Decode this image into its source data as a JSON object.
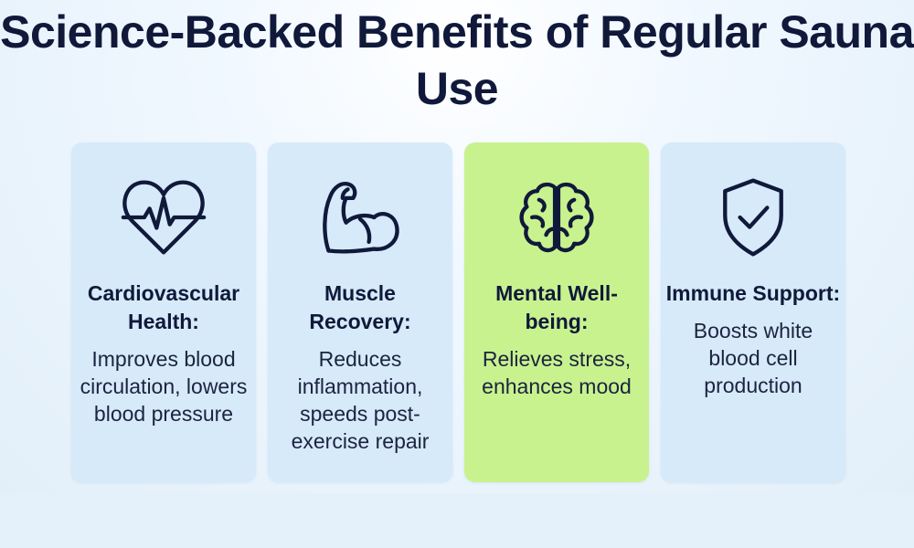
{
  "title": "Science-Backed Benefits of Regular Sauna Use",
  "colors": {
    "card_default": "#d6eaf9",
    "card_highlight": "#c8f28e",
    "text_dark": "#10193a"
  },
  "cards": [
    {
      "icon": "heart-pulse-icon",
      "heading": "Cardiovascular Health:",
      "description": "Improves blood circulation, lowers blood pressure",
      "highlighted": false
    },
    {
      "icon": "flexed-bicep-icon",
      "heading": "Muscle Recovery:",
      "description": "Reduces inflammation, speeds post-exercise repair",
      "highlighted": false
    },
    {
      "icon": "brain-icon",
      "heading": "Mental Well-being:",
      "description": "Relieves stress, enhances mood",
      "highlighted": true
    },
    {
      "icon": "shield-check-icon",
      "heading": "Immune Support:",
      "description": "Boosts white blood cell production",
      "highlighted": false
    }
  ]
}
